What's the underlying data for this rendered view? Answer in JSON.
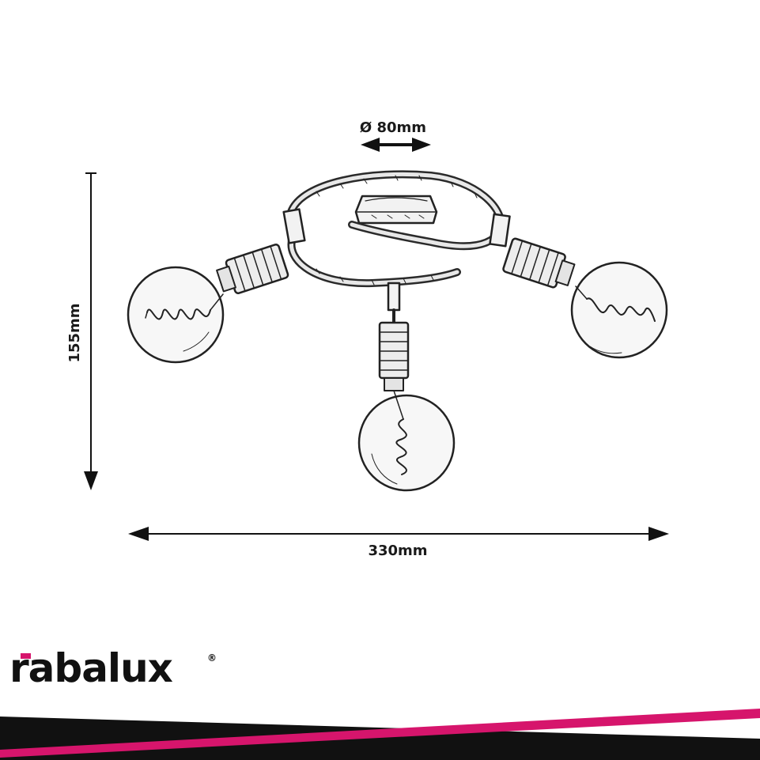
{
  "dimensions": {
    "diameter_label": "Ø 80mm",
    "height_label": "155mm",
    "width_label": "330mm"
  },
  "brand": {
    "name": "rabalux",
    "registered_mark": "®",
    "accent_color": "#d6156c",
    "dark_color": "#111111"
  },
  "icons": {
    "lamp": "ceiling-spot-lamp-drawing",
    "bulb": "globe-filament-bulb"
  }
}
